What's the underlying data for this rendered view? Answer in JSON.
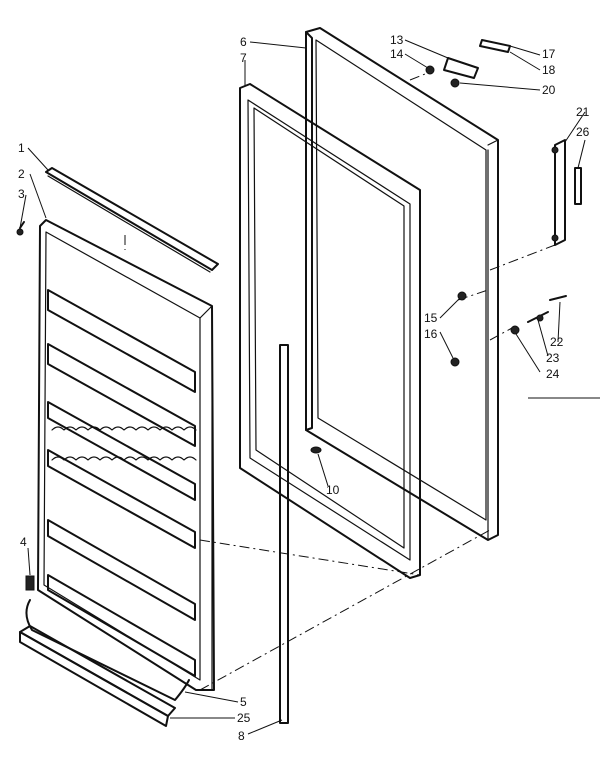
{
  "callouts": {
    "c1": "1",
    "c2": "2",
    "c3": "3",
    "c4": "4",
    "c5": "5",
    "c6": "6",
    "c7": "7",
    "c8": "8",
    "c10": "10",
    "c13": "13",
    "c14": "14",
    "c15": "15",
    "c16": "16",
    "c17": "17",
    "c18": "18",
    "c20": "20",
    "c21": "21",
    "c22": "22",
    "c23": "23",
    "c24": "24",
    "c25": "25",
    "c26": "26"
  },
  "colors": {
    "ink": "#111111",
    "paper": "#ffffff"
  }
}
